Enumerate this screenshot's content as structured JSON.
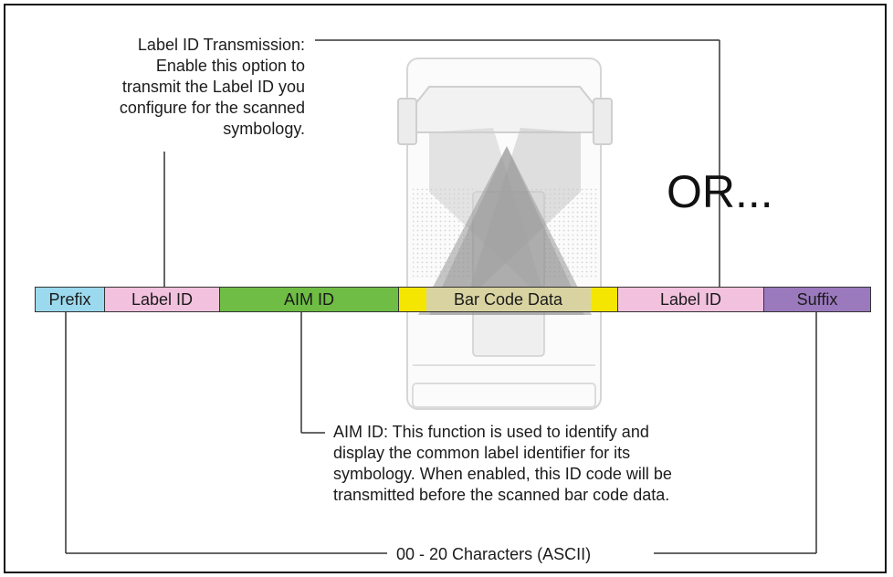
{
  "diagram": {
    "label_id_callout": "Label ID Transmission:\nEnable this option to\ntransmit the Label ID you\nconfigure for the scanned\nsymbology.",
    "aim_id_callout": "AIM ID: This function is used to identify and\ndisplay the common label identifier for its\nsymbology. When enabled, this ID code will be\ntransmitted before the scanned bar code data.",
    "or_text": "OR...",
    "range_text": "00 - 20 Characters (ASCII)",
    "segments": [
      {
        "label": "Prefix",
        "color": "#9bd9ee"
      },
      {
        "label": "Label ID",
        "color": "#f2c1de"
      },
      {
        "label": "AIM ID",
        "color": "#6fbd45"
      },
      {
        "label": "Bar Code Data",
        "color": "#f4e600"
      },
      {
        "label": "Label ID",
        "color": "#f2c1de"
      },
      {
        "label": "Suffix",
        "color": "#9b79bd"
      }
    ],
    "illustration": "scanner-icon"
  }
}
